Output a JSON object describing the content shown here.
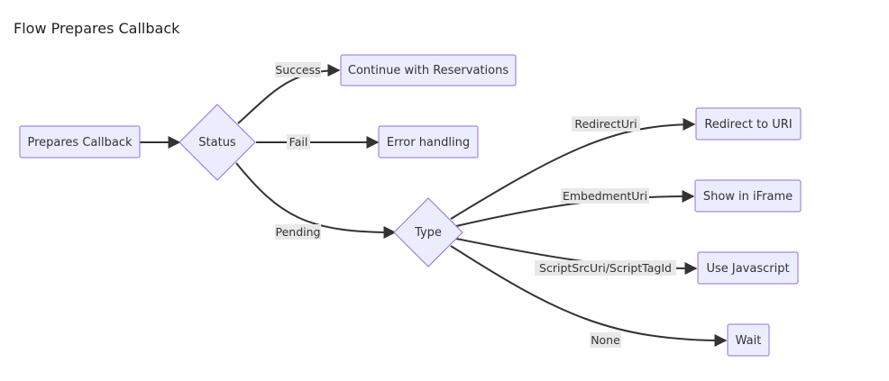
{
  "title": "Flow Prepares Callback",
  "nodes": {
    "prepares": "Prepares Callback",
    "status": "Status",
    "continue": "Continue with Reservations",
    "error": "Error handling",
    "type": "Type",
    "redirect": "Redirect to URI",
    "iframe": "Show in iFrame",
    "javascript": "Use Javascript",
    "wait": "Wait"
  },
  "edges": {
    "success": "Success",
    "fail": "Fail",
    "pending": "Pending",
    "redirect_uri": "RedirectUri",
    "embedment_uri": "EmbedmentUri",
    "script_src": "ScriptSrcUri/ScriptTagId",
    "none": ""
  },
  "edges_extra": {
    "none": "None"
  },
  "colors": {
    "node_fill": "#ececff",
    "node_stroke": "#9370db",
    "edge": "#333333",
    "label_bg": "#e8e8e8"
  }
}
